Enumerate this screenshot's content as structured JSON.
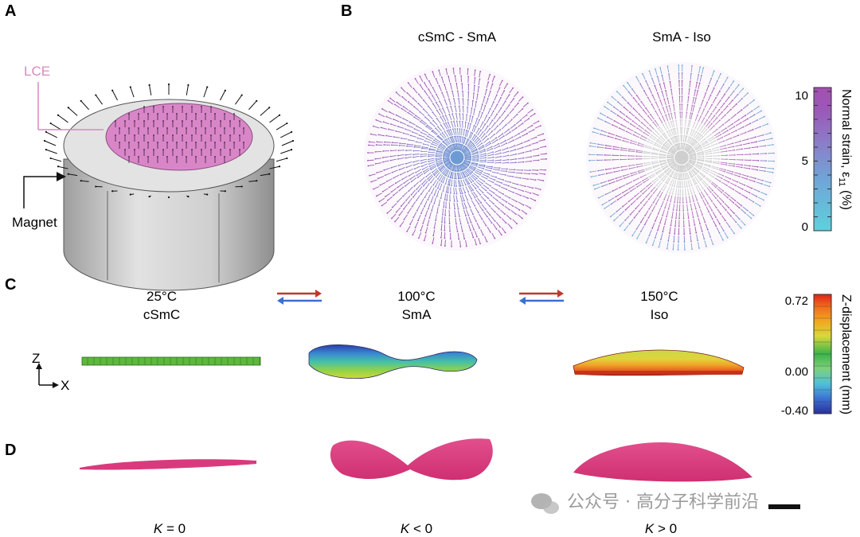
{
  "panels": {
    "a": {
      "letter": "A",
      "lce_label": "LCE",
      "magnet_label": "Magnet",
      "colors": {
        "lce": "#d986c8",
        "lce_label": "#d68ac0",
        "magnet_side": "#cfcfcf"
      }
    },
    "b": {
      "letter": "B",
      "disk_left_title": "cSmC - SmA",
      "disk_right_title": "SmA - Iso",
      "colorbar": {
        "title": "Normal strain, ε",
        "title_sub": "11",
        "title_unit": " (%)",
        "ticks": [
          "10",
          "5",
          "0"
        ],
        "range": [
          0,
          10
        ],
        "colors": [
          "#5fd0dc",
          "#6fa6d8",
          "#8a7fc8",
          "#9b58b7",
          "#a44fb0"
        ]
      }
    },
    "c": {
      "letter": "C",
      "states": [
        {
          "temp": "25°C",
          "phase": "cSmC"
        },
        {
          "temp": "100°C",
          "phase": "SmA"
        },
        {
          "temp": "150°C",
          "phase": "Iso"
        }
      ],
      "axes": {
        "z": "Z",
        "x": "X"
      },
      "arrow_colors": {
        "forward": "#c0392b",
        "backward": "#3b6fd1"
      },
      "colorbar": {
        "title": "Z-displacement (mm)",
        "ticks": [
          "0.72",
          "0.00",
          "-0.40"
        ],
        "range": [
          -0.4,
          0.72
        ],
        "colors": [
          "#2a2f9a",
          "#3a6fd0",
          "#4fc0d8",
          "#7fd07a",
          "#3bb34a",
          "#d8d83a",
          "#f3a51e",
          "#ef6a1e",
          "#e0221a"
        ]
      }
    },
    "d": {
      "letter": "D",
      "curvatures": [
        {
          "k": "K",
          "rel": " = 0"
        },
        {
          "k": "K",
          "rel": " < 0"
        },
        {
          "k": "K",
          "rel": " > 0"
        }
      ],
      "sample_color": "#d93a7e"
    }
  },
  "watermark": "公众号 · 高分子科学前沿"
}
